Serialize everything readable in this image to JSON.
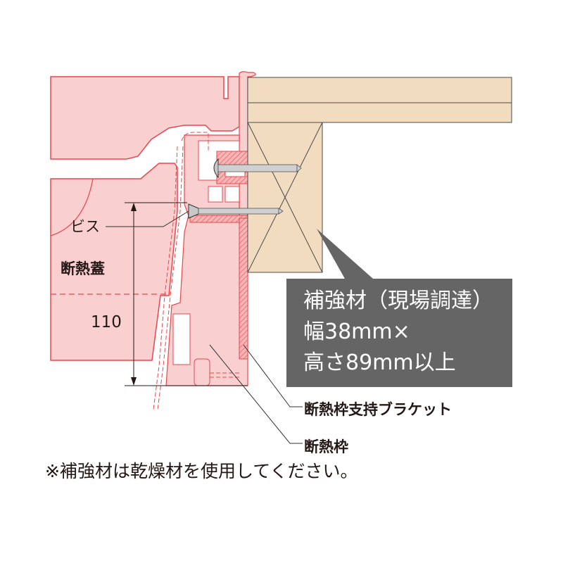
{
  "labels": {
    "screw": "ビス",
    "insulation_lid": "断熱蓋",
    "dimension": "110",
    "bracket": "断熱枠支持ブラケット",
    "insulation_frame": "断熱枠"
  },
  "callout": {
    "line1": "補強材（現場調達）",
    "line2": "幅38mm×",
    "line3": "高さ89mm以上"
  },
  "note": "※補強材は乾燥材を使用してください。",
  "colors": {
    "pink_fill": "#f9cfcf",
    "red_line": "#e8474c",
    "wood_fill": "#f1dcbf",
    "callout_bg": "#656565",
    "text": "#231815"
  }
}
